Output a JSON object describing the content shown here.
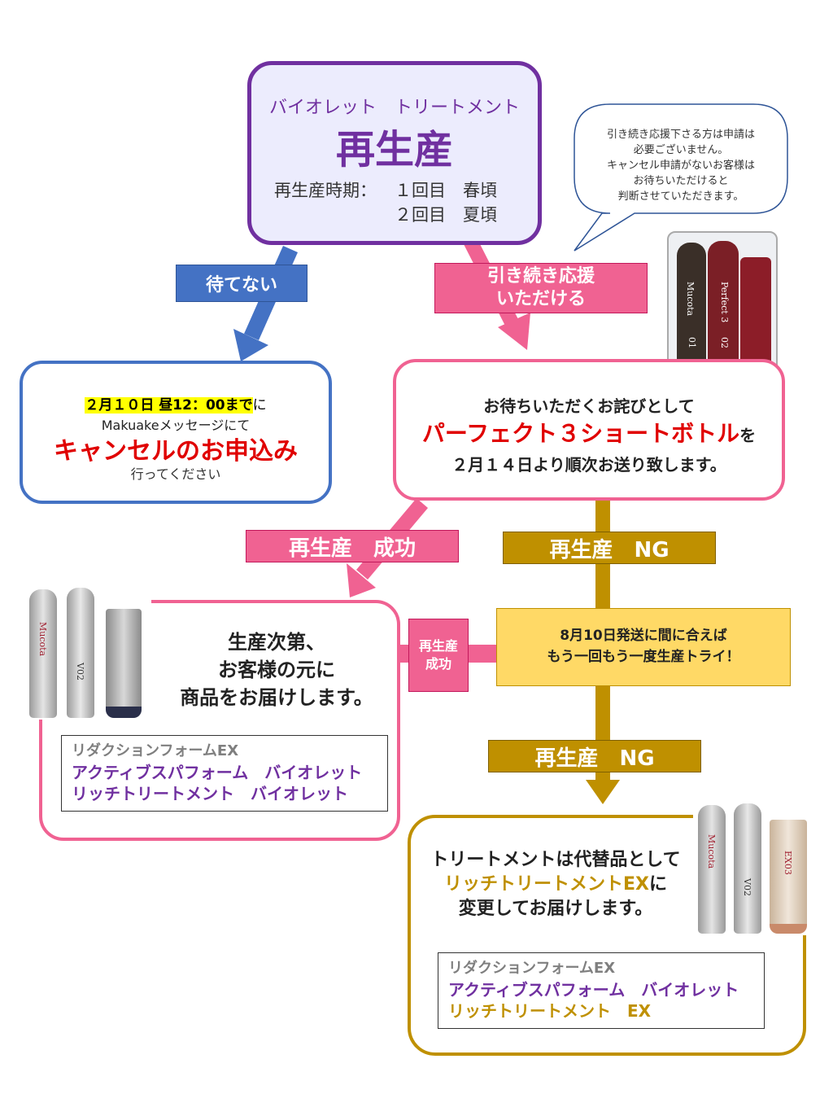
{
  "top": {
    "subtitle": "バイオレット　トリートメント",
    "title": "再生産",
    "period_label": "再生産時期：",
    "period_1": "１回目　春頃",
    "period_2": "２回目　夏頃"
  },
  "bubble": {
    "line1": "引き続き応援下さる方は申請は",
    "line2": "必要ございません。",
    "line3": "キャンセル申請がないお客様は",
    "line4": "お待ちいただけると",
    "line5": "判断させていただきます。"
  },
  "labels": {
    "cannot_wait": "待てない",
    "continue_1": "引き続き応援",
    "continue_2": "いただける",
    "success": "再生産　成功",
    "ng_1": "再生産　NG",
    "ng_2": "再生産　NG",
    "side_success_1": "再生産",
    "side_success_2": "成功"
  },
  "cancel_box": {
    "deadline": "２月１０日 昼12：00まで",
    "deadline_suffix": "に",
    "via": "Makuakeメッセージにて",
    "headline": "キャンセルのお申込み",
    "footer": "行ってください"
  },
  "apology_box": {
    "line1": "お待ちいただくお詫びとして",
    "product": "パーフェクト３ショートボトル",
    "product_suffix": "を",
    "line3": "２月１４日より順次お送り致します。"
  },
  "retry_box": {
    "line1": "8月10日発送に間に合えば",
    "line2": "もう一回もう一度生産トライ！"
  },
  "success_box": {
    "line1": "生産次第、",
    "line2": "お客様の元に",
    "line3": "商品をお届けします。",
    "items": [
      "リダクションフォームEX",
      "アクティブスパフォーム　バイオレット",
      "リッチトリートメント　バイオレット"
    ]
  },
  "substitute_box": {
    "line1": "トリートメントは代替品として",
    "product": "リッチトリートメントEX",
    "product_suffix": "に",
    "line3": "変更してお届けします。",
    "items": [
      "リダクションフォームEX",
      "アクティブスパフォーム　バイオレット",
      "リッチトリートメント　EX"
    ]
  },
  "bottles": {
    "brand": "Mucota",
    "set_name": "Perfect 3",
    "no1": "01",
    "no2": "02",
    "code_v": "V02",
    "code_ex": "EX03"
  },
  "colors": {
    "purple": "#7030a0",
    "blue": "#4472c4",
    "pink": "#f06292",
    "gold": "#bf9000",
    "red": "#e00000",
    "yellow": "#ffff00",
    "note_yellow": "#ffd966",
    "gray": "#7f7f7f"
  }
}
